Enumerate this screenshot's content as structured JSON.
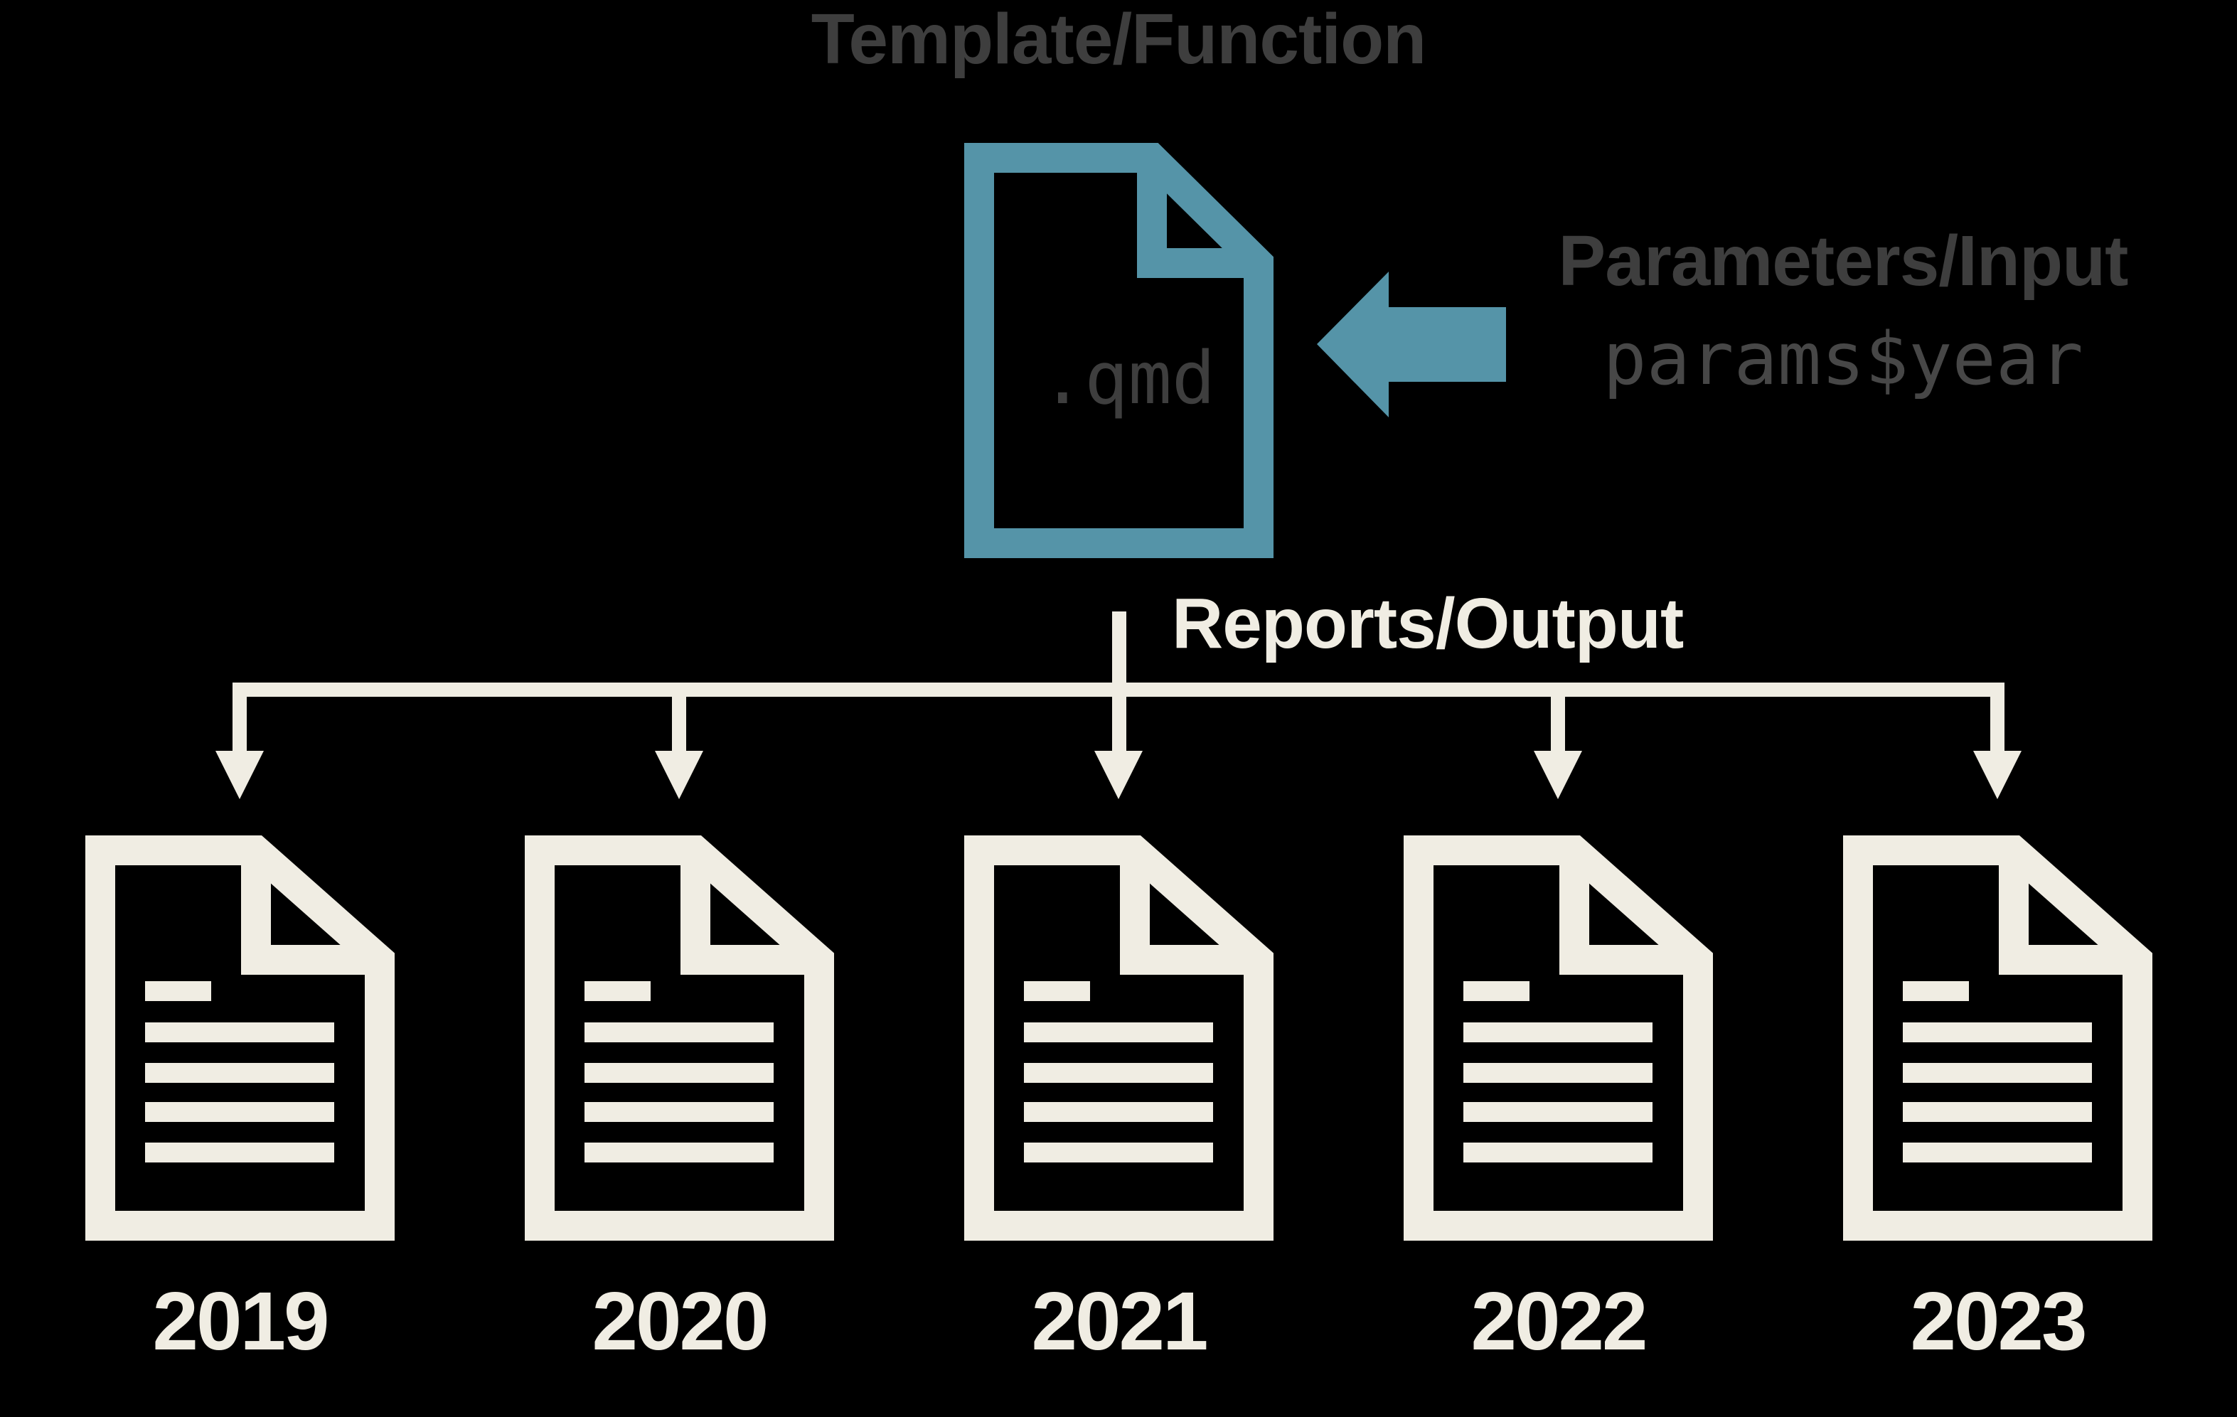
{
  "template": {
    "title": "Template/Function",
    "file_label": ".qmd"
  },
  "input": {
    "title": "Parameters/Input",
    "code": "params$year"
  },
  "output": {
    "title": "Reports/Output",
    "years": [
      "2019",
      "2020",
      "2021",
      "2022",
      "2023"
    ]
  },
  "icons": {
    "qmd_file": "qmd-file-icon",
    "input_arrow": "left-arrow-icon",
    "report_document": "report-document-icon",
    "branch_arrowhead": "down-arrowhead-icon"
  },
  "colors": {
    "background": "#000000",
    "teal": "#5594A8",
    "cream": "#F0EDE3",
    "heading_gray": "#3E3E3E",
    "code_gray": "#474747"
  }
}
